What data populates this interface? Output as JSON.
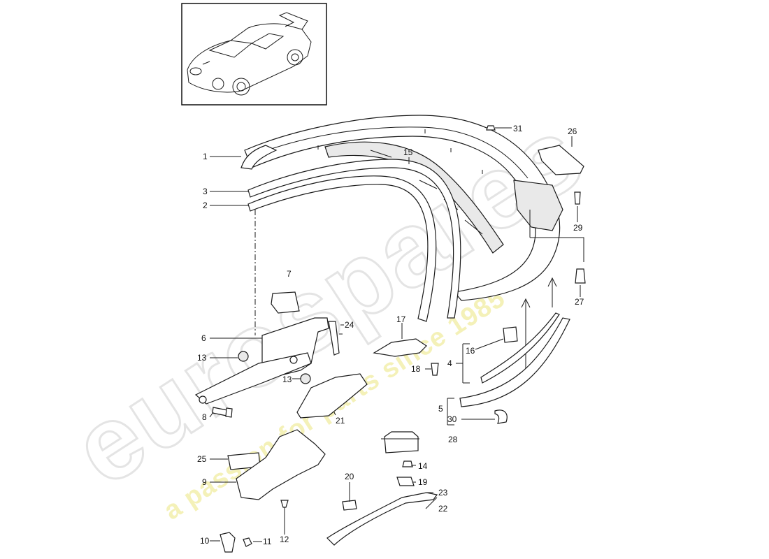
{
  "watermark": {
    "brand": "eurospares",
    "tagline": "a passion for parts since 1985"
  },
  "callouts": [
    {
      "id": "c1",
      "label": "1"
    },
    {
      "id": "c3",
      "label": "3"
    },
    {
      "id": "c2",
      "label": "2"
    },
    {
      "id": "c15",
      "label": "15"
    },
    {
      "id": "c31",
      "label": "31"
    },
    {
      "id": "c26",
      "label": "26"
    },
    {
      "id": "c29",
      "label": "29"
    },
    {
      "id": "c27",
      "label": "27"
    },
    {
      "id": "c7",
      "label": "7"
    },
    {
      "id": "c6",
      "label": "6"
    },
    {
      "id": "c24",
      "label": "24"
    },
    {
      "id": "c13a",
      "label": "13"
    },
    {
      "id": "c13b",
      "label": "13"
    },
    {
      "id": "c17",
      "label": "17"
    },
    {
      "id": "c18",
      "label": "18"
    },
    {
      "id": "c16",
      "label": "16"
    },
    {
      "id": "c4",
      "label": "4"
    },
    {
      "id": "c8",
      "label": "8"
    },
    {
      "id": "c21",
      "label": "21"
    },
    {
      "id": "c5",
      "label": "5"
    },
    {
      "id": "c30",
      "label": "30"
    },
    {
      "id": "c28",
      "label": "28"
    },
    {
      "id": "c25",
      "label": "25"
    },
    {
      "id": "c14",
      "label": "14"
    },
    {
      "id": "c9",
      "label": "9"
    },
    {
      "id": "c20",
      "label": "20"
    },
    {
      "id": "c19",
      "label": "19"
    },
    {
      "id": "c23",
      "label": "23"
    },
    {
      "id": "c22",
      "label": "22"
    },
    {
      "id": "c10",
      "label": "10"
    },
    {
      "id": "c11",
      "label": "11"
    },
    {
      "id": "c12",
      "label": "12"
    }
  ],
  "icons": {
    "car": "car-thumbnail-icon"
  }
}
